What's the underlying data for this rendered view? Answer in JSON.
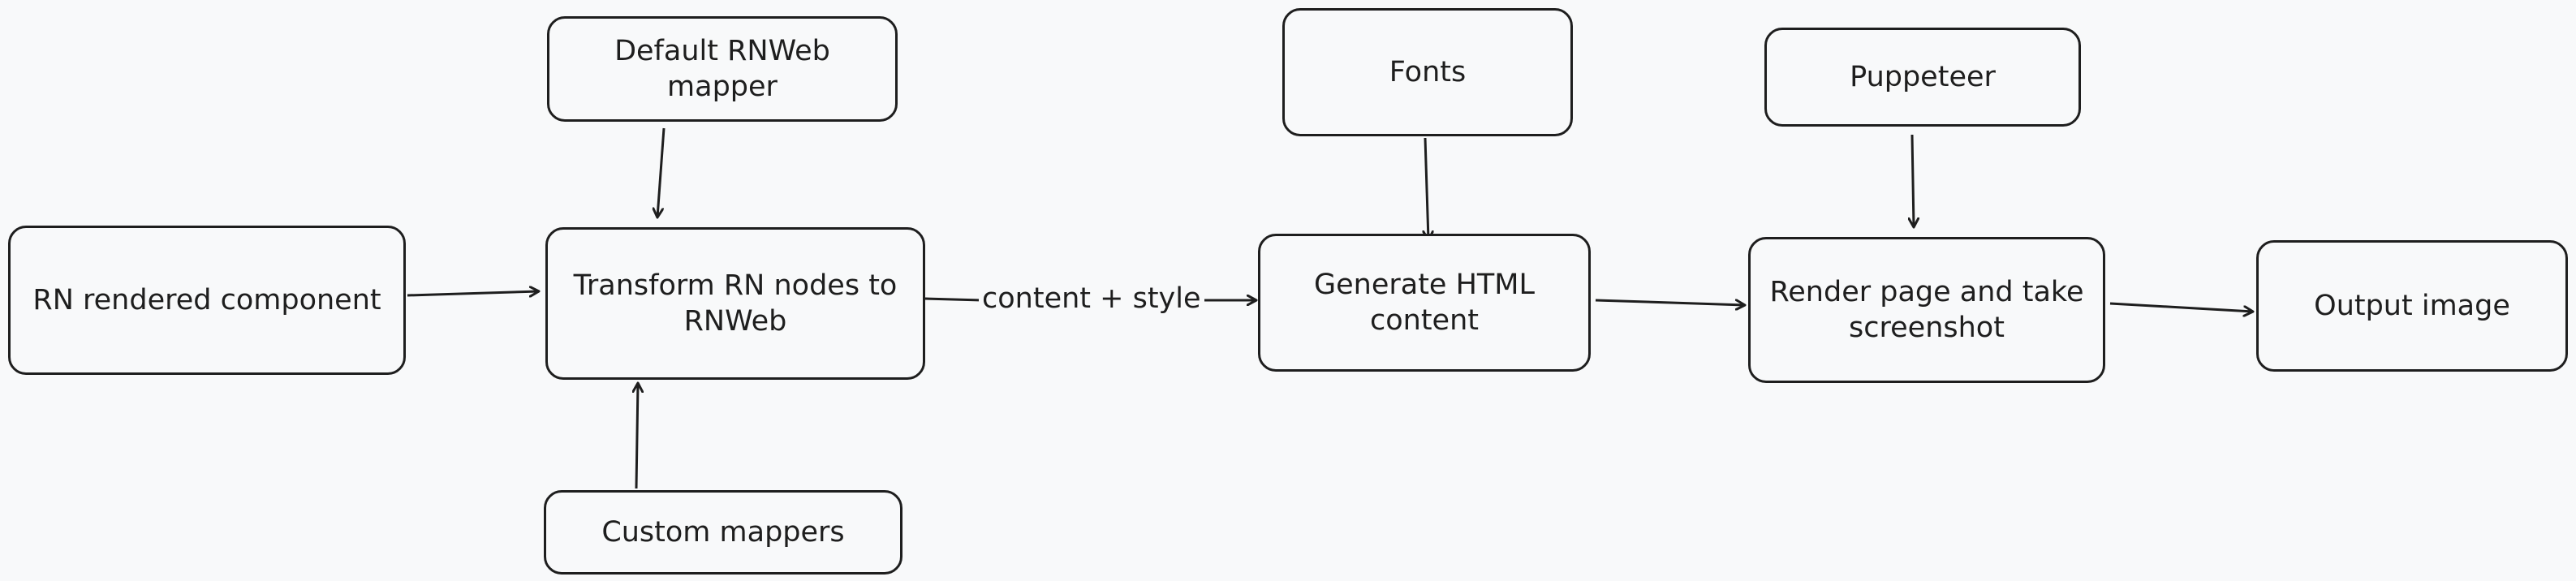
{
  "diagram": {
    "nodes": {
      "rn_rendered": {
        "label": "RN rendered component"
      },
      "default_mapper": {
        "label": "Default RNWeb mapper"
      },
      "transform": {
        "label": "Transform RN nodes to RNWeb"
      },
      "custom_mappers": {
        "label": "Custom mappers"
      },
      "fonts": {
        "label": "Fonts"
      },
      "generate_html": {
        "label": "Generate HTML content"
      },
      "puppeteer": {
        "label": "Puppeteer"
      },
      "render_page": {
        "label": "Render page and take screenshot"
      },
      "output_image": {
        "label": "Output image"
      }
    },
    "edges": [
      {
        "from": "rn_rendered",
        "to": "transform",
        "label": ""
      },
      {
        "from": "default_mapper",
        "to": "transform",
        "label": ""
      },
      {
        "from": "custom_mappers",
        "to": "transform",
        "label": ""
      },
      {
        "from": "transform",
        "to": "generate_html",
        "label": "content + style"
      },
      {
        "from": "fonts",
        "to": "generate_html",
        "label": ""
      },
      {
        "from": "generate_html",
        "to": "render_page",
        "label": ""
      },
      {
        "from": "puppeteer",
        "to": "render_page",
        "label": ""
      },
      {
        "from": "render_page",
        "to": "output_image",
        "label": ""
      }
    ]
  },
  "colors": {
    "stroke": "#1e1e1e",
    "background": "#f8f9fa"
  }
}
